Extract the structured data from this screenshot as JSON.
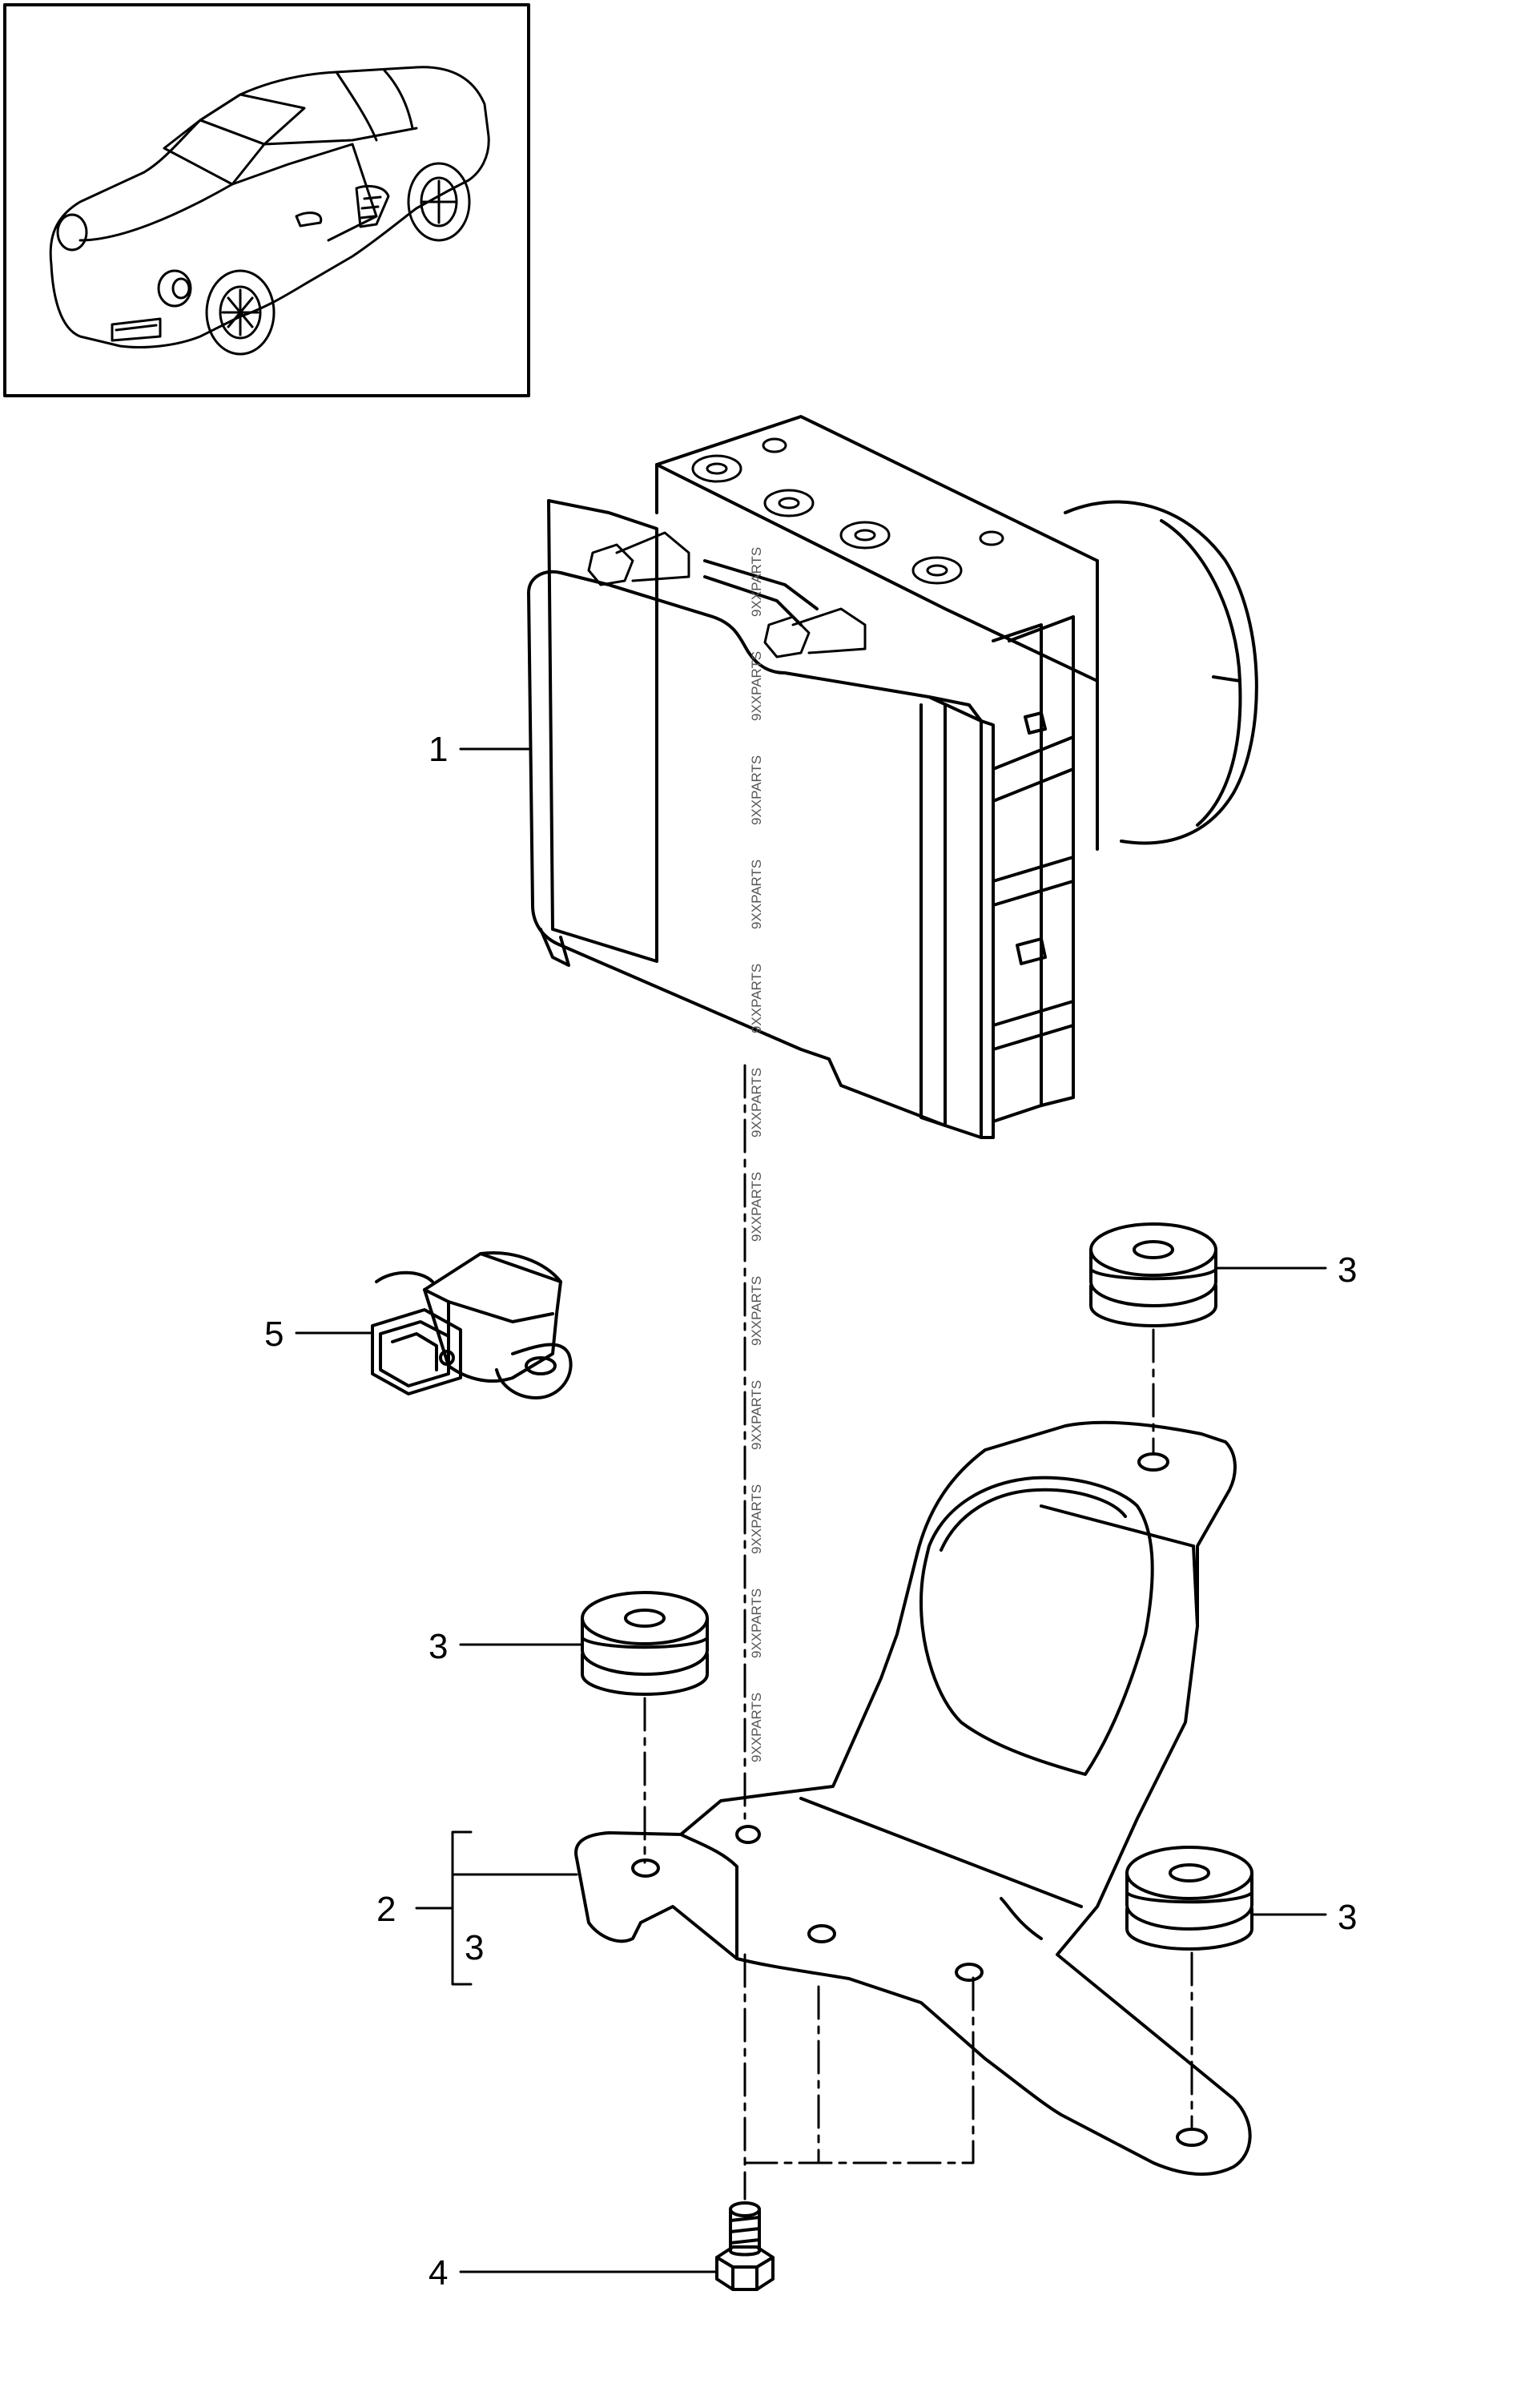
{
  "diagram": {
    "type": "exploded-parts-diagram",
    "watermark": "9XXPARTS",
    "line_color": "#000000",
    "background": "#ffffff",
    "callouts": {
      "abs_unit": "1",
      "bracket": "2",
      "grommet_top_right": "3",
      "grommet_left": "3",
      "grommet_right": "3",
      "bracket_includes": "3",
      "screw": "4",
      "sensor": "5"
    },
    "components": [
      {
        "name": "car-thumbnail",
        "icon": "convertible-car-icon"
      },
      {
        "name": "abs-hydraulic-unit",
        "callout": "1"
      },
      {
        "name": "mounting-bracket",
        "callout": "2"
      },
      {
        "name": "rubber-grommet",
        "callout": "3"
      },
      {
        "name": "hex-screw",
        "callout": "4"
      },
      {
        "name": "sensor",
        "callout": "5"
      }
    ]
  }
}
